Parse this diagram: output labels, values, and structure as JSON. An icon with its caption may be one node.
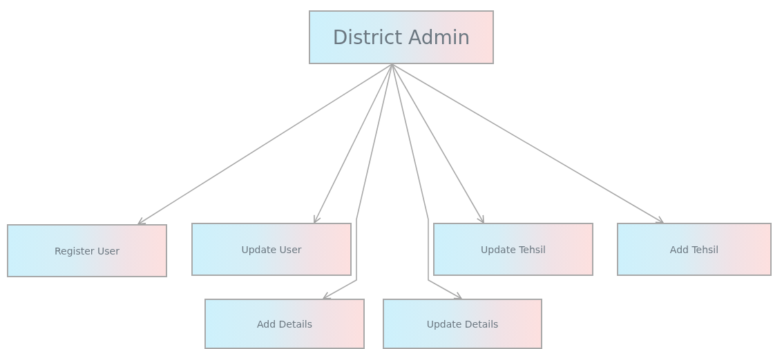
{
  "diagram": {
    "nodes": [
      {
        "text": [
          "District Admin"
        ]
      },
      {
        "text": [
          "Register User"
        ]
      },
      {
        "text": [
          "Update User"
        ]
      },
      {
        "text": [
          "Update Tehsil"
        ]
      },
      {
        "text": [
          "Add Tehsil"
        ]
      },
      {
        "text": [
          "Add Details"
        ]
      },
      {
        "text": [
          "Update Details"
        ]
      }
    ],
    "edges": [
      {
        "from": 0,
        "to": 1,
        "arrow": "to"
      },
      {
        "from": 0,
        "to": 2,
        "arrow": "to"
      },
      {
        "from": 0,
        "to": 5,
        "arrow": "to"
      },
      {
        "from": 0,
        "to": 6,
        "arrow": "to"
      },
      {
        "from": 0,
        "to": 3,
        "arrow": "to"
      },
      {
        "from": 0,
        "to": 4,
        "arrow": "to"
      }
    ]
  }
}
